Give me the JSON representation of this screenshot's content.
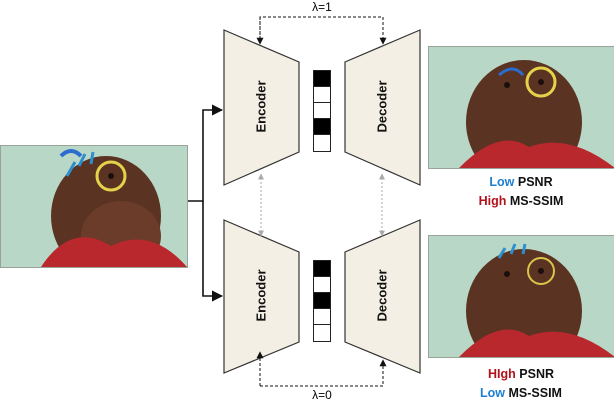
{
  "diagram": {
    "top_lambda": "λ=1",
    "bottom_lambda": "λ=0",
    "encoder_label": "Encoder",
    "decoder_label": "Decoder",
    "top_bits": [
      1,
      0,
      0,
      1,
      0
    ],
    "bottom_bits": [
      1,
      0,
      1,
      0,
      0
    ]
  },
  "captions": {
    "top": {
      "psnr_level": "Low",
      "psnr_metric": "PSNR",
      "msssim_level": "High",
      "msssim_metric": "MS-SSIM"
    },
    "bottom": {
      "psnr_level": "HIgh",
      "psnr_metric": "PSNR",
      "msssim_level": "Low",
      "msssim_metric": "MS-SSIM"
    }
  },
  "colors": {
    "network_fill": "#f3efe4",
    "low_color": "#1f7fd0",
    "high_color": "#b3121b"
  }
}
